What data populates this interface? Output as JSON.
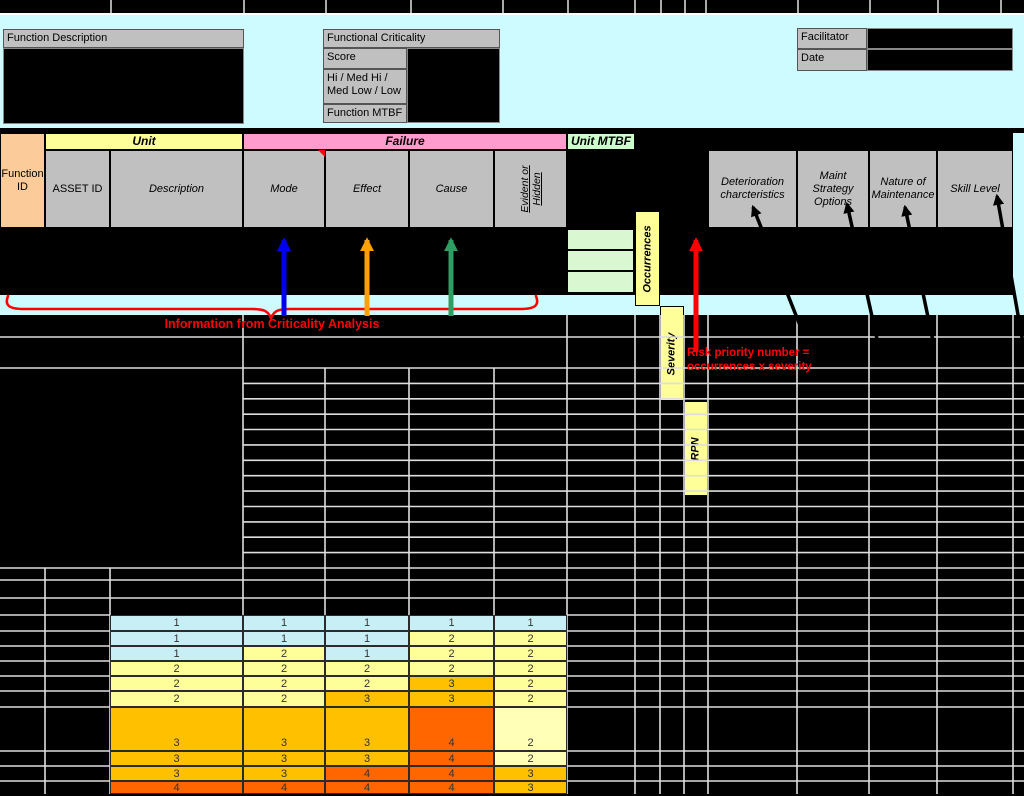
{
  "top_form": {
    "function_description_label": "Function Description",
    "functional_criticality_label": "Functional Criticality",
    "score_label": "Score",
    "rating_label": "Hi / Med Hi /\nMed Low / Low",
    "function_mtbf_label": "Function MTBF",
    "facilitator_label": "Facilitator",
    "date_label": "Date"
  },
  "header": {
    "function_id": "Function ID",
    "groups": {
      "unit": "Unit",
      "failure": "Failure",
      "unit_mtbf": "Unit MTBF"
    },
    "columns": {
      "asset_id": "ASSET ID",
      "description": "Description",
      "mode": "Mode",
      "effect": "Effect",
      "cause": "Cause",
      "evident_hidden": "Evident or Hidden",
      "occurrences": "Occurrences",
      "severity": "Severity",
      "rpn": "RPN",
      "deterioration": "Deterioration charcteristics",
      "maint_strategy": "Maint Strategy Options",
      "nature": "Nature of Maintenance",
      "skill": "Skill Level"
    }
  },
  "annotations": {
    "criticality_note": "Information from Criticality Analysis",
    "rpn_note_line1": "Risk priority number =",
    "rpn_note_line2": "occurrences x severity"
  },
  "colors": {
    "canvas_cyan": "#CEFBFF",
    "header_gray": "#C0C0C0",
    "function_id_peach": "#FBCB99",
    "unit_yellow": "#FFFF99",
    "failure_pink": "#FF9CCE",
    "unit_mtbf_green": "#CCFFCC",
    "mtbf_cell_green": "#D9F7D0",
    "grid_line": "#DEDEDE",
    "arrow_blue": "#0000EE",
    "arrow_orange": "#FFA200",
    "arrow_green": "#2F9E63",
    "arrow_red": "#FF0000",
    "arrow_black": "#000000"
  },
  "risk_matrix": {
    "palette": {
      "b": "#C9EFF6",
      "y": "#FFFF99",
      "p": "#FFFFB8",
      "a": "#FFC000",
      "o": "#FF6600"
    },
    "rows": [
      {
        "values": [
          1,
          1,
          1,
          1,
          1
        ],
        "colors": [
          "b",
          "b",
          "b",
          "b",
          "b"
        ]
      },
      {
        "values": [
          1,
          1,
          1,
          2,
          2
        ],
        "colors": [
          "b",
          "b",
          "b",
          "y",
          "y"
        ]
      },
      {
        "values": [
          1,
          2,
          1,
          2,
          2
        ],
        "colors": [
          "b",
          "y",
          "b",
          "y",
          "y"
        ]
      },
      {
        "values": [
          2,
          2,
          2,
          2,
          2
        ],
        "colors": [
          "y",
          "y",
          "y",
          "y",
          "y"
        ]
      },
      {
        "values": [
          2,
          2,
          2,
          3,
          2
        ],
        "colors": [
          "y",
          "y",
          "y",
          "a",
          "y"
        ]
      },
      {
        "values": [
          2,
          2,
          3,
          3,
          2
        ],
        "colors": [
          "y",
          "y",
          "a",
          "a",
          "y"
        ]
      },
      {
        "values": [
          3,
          3,
          3,
          4,
          2
        ],
        "colors": [
          "a",
          "a",
          "a",
          "o",
          "p"
        ],
        "tall": true
      },
      {
        "values": [
          3,
          3,
          3,
          4,
          2
        ],
        "colors": [
          "a",
          "a",
          "a",
          "o",
          "p"
        ]
      },
      {
        "values": [
          3,
          3,
          4,
          4,
          3
        ],
        "colors": [
          "a",
          "a",
          "o",
          "o",
          "a"
        ]
      },
      {
        "values": [
          4,
          4,
          4,
          4,
          3
        ],
        "colors": [
          "o",
          "o",
          "o",
          "o",
          "a"
        ]
      }
    ]
  }
}
